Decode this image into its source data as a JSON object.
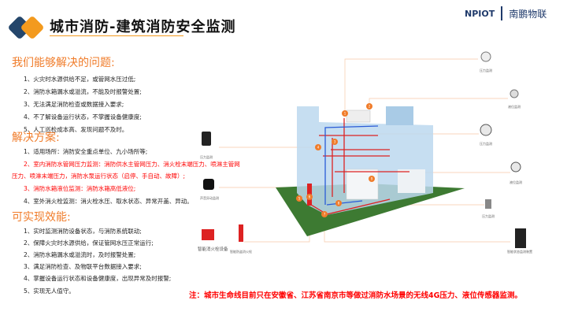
{
  "header": {
    "title": "城市消防-建筑消防安全监测",
    "brand_logo": "NPIOT",
    "brand_name": "南鹏物联"
  },
  "problems": {
    "heading": "我们能够解决的问题:",
    "items": [
      "1、火灾时水源供给不足，或管网水压过低;",
      "2、消防水箱漏水或溢流，不能及时报警处置;",
      "3、无法满足消防检查或数据接入要求;",
      "4、不了解设备运行状态，不掌握设备健康度;",
      "5、人工巡检成本高、发现问题不及时。"
    ]
  },
  "solutions": {
    "heading": "解决方案:",
    "items": [
      "1、适用场所：消防安全重点单位、九小场所等;",
      "2、室内消防水管网压力监测：消防供水主管网压力、消火栓末端压力、喷淋主管网",
      "压力、喷淋末端压力，消防水泵运行状态（启停、手自动、故障）;",
      "3、消防水箱液位监测：消防水箱高低液位;",
      "4、室外消火栓监测：消火栓水压、取水状态、异常开盖、异动。"
    ]
  },
  "effects": {
    "heading": "可实现效能:",
    "items": [
      "1、实时监测消防设备状态，与消防系统联动;",
      "2、保障火灾时水源供给，保证管网水压正常运行;",
      "2、消防水箱漏水或溢流时，及时报警处置;",
      "3、满足消防检查、及物联平台数据接入要求;",
      "4、掌握设备运行状态和设备健康度，出现异常及时报警;",
      "5、实现无人值守。"
    ]
  },
  "note": "注：城市生命线目前只在安徽省、江苏省南京市等做过消防水场景的无线4G压力、液位传感器监测。",
  "diagram": {
    "devices": [
      "压力监测",
      "液位监测",
      "压力监测",
      "液位监测",
      "压力监测",
      "智能状态监测装置",
      "压力监测",
      "声音异动监测",
      "智能消火栓设备",
      "智能防盗消火栓"
    ],
    "markers": [
      "1",
      "2",
      "3",
      "4",
      "5",
      "6",
      "7",
      "8",
      "9"
    ]
  },
  "colors": {
    "accent": "#f07c2a",
    "alert": "#ff0000",
    "brand": "#1f3a6b"
  }
}
